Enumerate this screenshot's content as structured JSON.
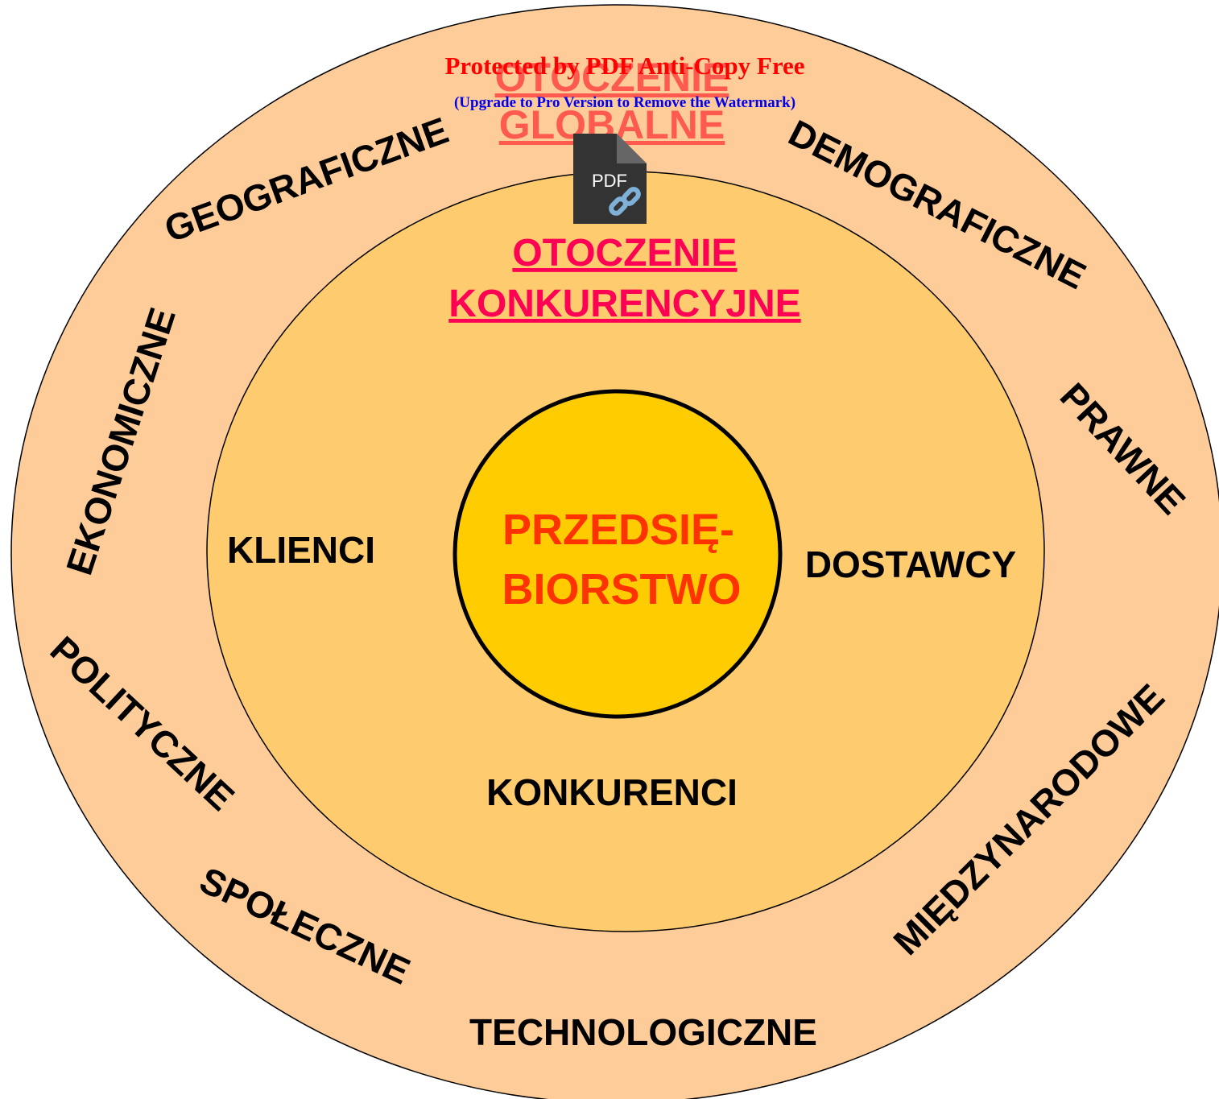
{
  "colors": {
    "outer_ring": "#fecc98",
    "middle_ring": "#fecb6e",
    "core_fill": "#ffcc00",
    "outer_title": "#ff5a4f",
    "middle_title": "#ff0055",
    "core_text": "#ff3300"
  },
  "outer": {
    "title_line1": "OTOCZENIE",
    "title_line2": "GLOBALNE",
    "labels": {
      "geograficzne": "GEOGRAFICZNE",
      "demograficzne": "DEMOGRAFICZNE",
      "ekonomiczne": "EKONOMICZNE",
      "prawne": "PRAWNE",
      "polityczne": "POLITYCZNE",
      "miedzynarodowe": "MIĘDZYNARODOWE",
      "spoleczne": "SPOŁECZNE",
      "technologiczne": "TECHNOLOGICZNE"
    }
  },
  "middle": {
    "title_line1": "OTOCZENIE",
    "title_line2": "KONKURENCYJNE",
    "labels": {
      "klienci": "KLIENCI",
      "dostawcy": "DOSTAWCY",
      "konkurenci": "KONKURENCI"
    }
  },
  "core": {
    "line1": "PRZEDSIĘ-",
    "line2": "BIORSTWO"
  },
  "watermark": {
    "line1": "Protected by PDF Anti-Copy Free",
    "line2": "(Upgrade to Pro Version to Remove the Watermark)",
    "icon_label": "PDF",
    "icon": "pdf-link-icon"
  }
}
